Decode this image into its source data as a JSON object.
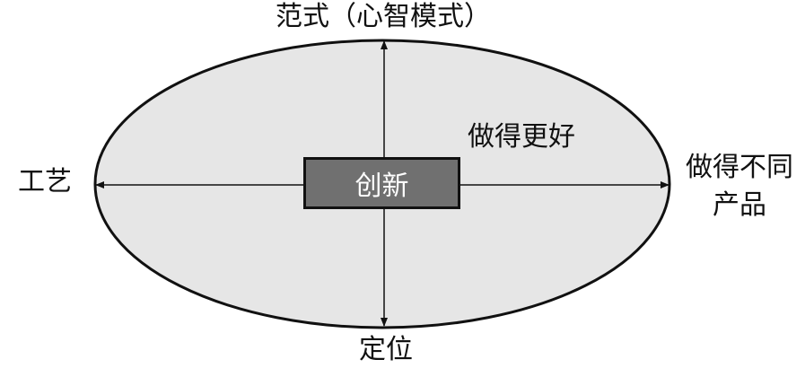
{
  "labels": {
    "top": "范式（心智模式）",
    "bottom": "定位",
    "left": "工艺",
    "right_line1": "做得不同",
    "right_line2": "产品",
    "upper_right": "做得更好",
    "center": "创新"
  },
  "colors": {
    "ellipse_fill": "#e6e6e6",
    "stroke": "#111111",
    "center_fill": "#707070",
    "center_text": "#ffffff"
  }
}
